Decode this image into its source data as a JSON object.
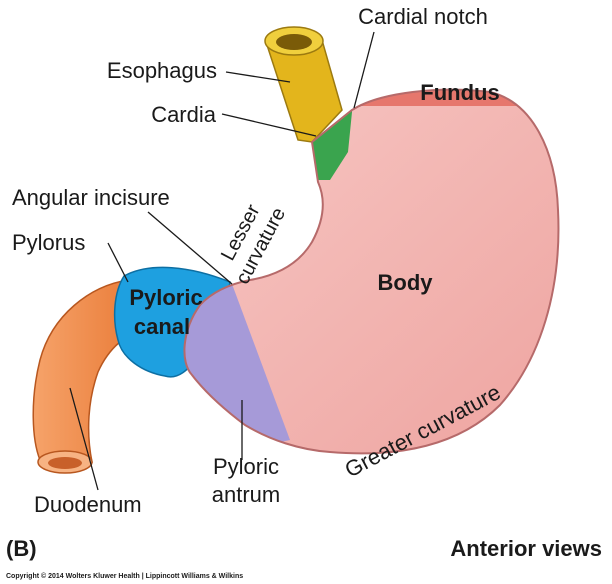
{
  "figure": {
    "panel_letter": "(B)",
    "view_caption": "Anterior views",
    "copyright": "Copyright © 2014 Wolters Kluwer Health | Lippincott Williams & Wilkins"
  },
  "labels": {
    "cardial_notch": "Cardial notch",
    "esophagus": "Esophagus",
    "fundus": "Fundus",
    "cardia": "Cardia",
    "angular_incisure": "Angular incisure",
    "lesser_curvature_line1": "Lesser",
    "lesser_curvature_line2": "curvature",
    "pylorus": "Pylorus",
    "body": "Body",
    "pyloric_canal_line1": "Pyloric",
    "pyloric_canal_line2": "canal",
    "greater_curvature": "Greater curvature",
    "pyloric_antrum_line1": "Pyloric",
    "pyloric_antrum_line2": "antrum",
    "duodenum": "Duodenum"
  },
  "colors": {
    "esophagus": "#e3b51c",
    "cardia": "#3aa44e",
    "fundus": "#e6776d",
    "body": "#f4b7b4",
    "antrum": "#a69ad8",
    "pyloric_canal": "#1ea0e0",
    "duodenum": "#f28f4a"
  }
}
